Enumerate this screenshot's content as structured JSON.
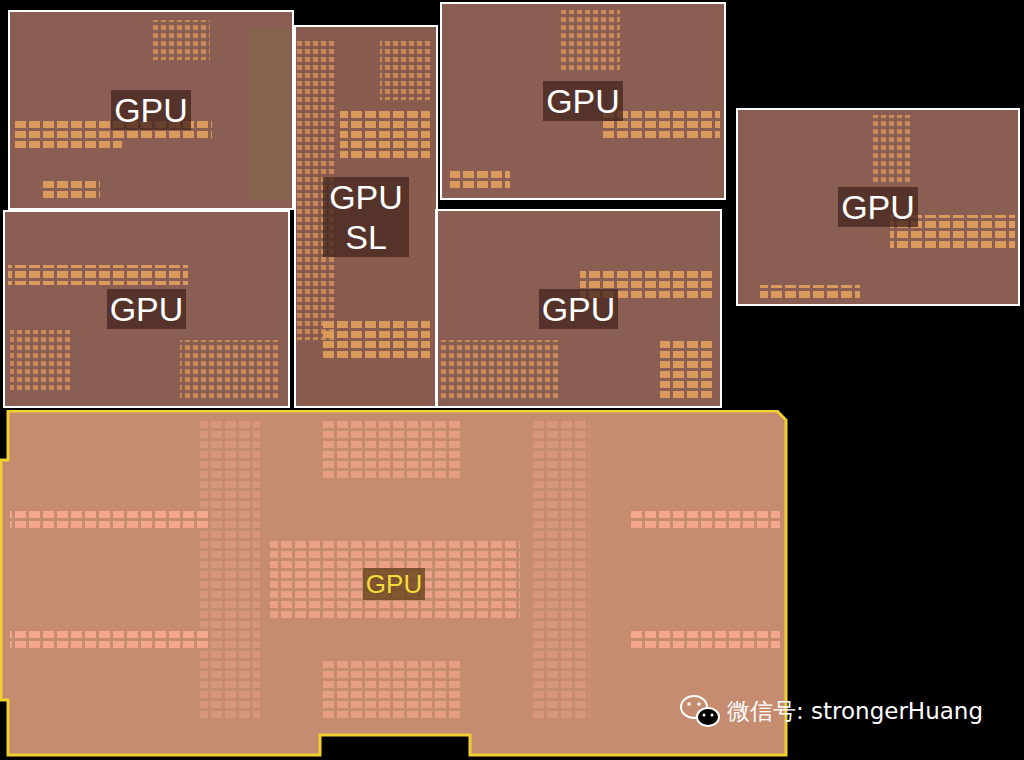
{
  "diagram": {
    "nodes": [
      {
        "text": [
          "GPU"
        ]
      },
      {
        "text": [
          "GPU SL"
        ]
      },
      {
        "text": [
          "GPU"
        ]
      },
      {
        "text": [
          "GPU"
        ]
      },
      {
        "text": [
          "GPU"
        ]
      },
      {
        "text": [
          "GPU"
        ]
      },
      {
        "text": [
          "GPU"
        ]
      }
    ],
    "labels": [
      "微信号: strongerHuang"
    ]
  }
}
